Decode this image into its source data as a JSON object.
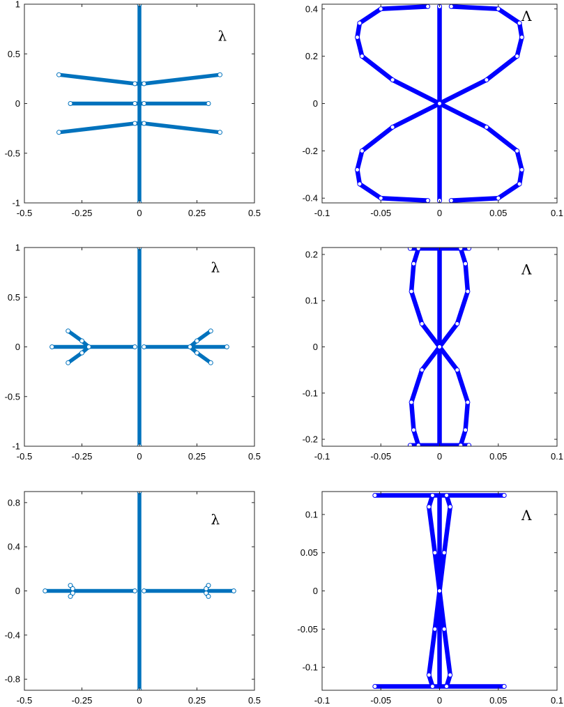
{
  "colors": {
    "lambda_series": "#0072BD",
    "Lambda_series": "#0000FF",
    "axes": "#262626",
    "background": "#FFFFFF"
  },
  "chart_data": [
    {
      "type": "scatter",
      "id": "row1-left",
      "annotation": "λ",
      "title": "",
      "xlabel": "",
      "ylabel": "",
      "xlim": [
        -0.5,
        0.5
      ],
      "ylim": [
        -1,
        1
      ],
      "xticks": [
        -0.5,
        -0.25,
        0,
        0.25,
        0.5
      ],
      "xtick_labels": [
        "-0.5",
        "-0.25",
        "0",
        "0.25",
        "0.5"
      ],
      "yticks": [
        -1,
        -0.5,
        0,
        0.5,
        1
      ],
      "ytick_labels": [
        "-1",
        "-0.5",
        "0",
        "0.5",
        "1"
      ],
      "series": [
        {
          "values": [
            [
              0,
              -1
            ],
            [
              0,
              1
            ]
          ]
        },
        {
          "values": [
            [
              -0.35,
              0.29
            ],
            [
              -0.02,
              0.2
            ],
            [
              0.02,
              0.2
            ],
            [
              0.35,
              0.29
            ]
          ]
        },
        {
          "values": [
            [
              -0.3,
              0
            ],
            [
              -0.02,
              0
            ],
            [
              0.02,
              0
            ],
            [
              0.3,
              0
            ]
          ]
        },
        {
          "values": [
            [
              -0.35,
              -0.29
            ],
            [
              -0.02,
              -0.2
            ],
            [
              0.02,
              -0.2
            ],
            [
              0.35,
              -0.29
            ]
          ]
        }
      ]
    },
    {
      "type": "scatter",
      "id": "row1-right",
      "annotation": "Λ",
      "title": "",
      "xlabel": "",
      "ylabel": "",
      "xlim": [
        -0.1,
        0.1
      ],
      "ylim": [
        -0.42,
        0.42
      ],
      "xticks": [
        -0.1,
        -0.05,
        0,
        0.05,
        0.1
      ],
      "xtick_labels": [
        "-0.1",
        "-0.05",
        "0",
        "0.05",
        "0.1"
      ],
      "yticks": [
        -0.4,
        -0.2,
        0,
        0.2,
        0.4
      ],
      "ytick_labels": [
        "-0.4",
        "-0.2",
        "0",
        "0.2",
        "0.4"
      ],
      "series": [
        {
          "values": [
            [
              0,
              -0.41
            ],
            [
              0,
              0.41
            ]
          ]
        },
        {
          "values": [
            [
              0,
              0
            ],
            [
              0.04,
              0.1
            ],
            [
              0.066,
              0.2
            ],
            [
              0.07,
              0.28
            ],
            [
              0.068,
              0.34
            ],
            [
              0.05,
              0.4
            ],
            [
              0.01,
              0.41
            ]
          ]
        },
        {
          "values": [
            [
              0,
              0
            ],
            [
              -0.04,
              0.1
            ],
            [
              -0.066,
              0.2
            ],
            [
              -0.07,
              0.28
            ],
            [
              -0.068,
              0.34
            ],
            [
              -0.05,
              0.4
            ],
            [
              -0.01,
              0.41
            ]
          ]
        },
        {
          "values": [
            [
              0,
              0
            ],
            [
              0.04,
              -0.1
            ],
            [
              0.066,
              -0.2
            ],
            [
              0.07,
              -0.28
            ],
            [
              0.068,
              -0.34
            ],
            [
              0.05,
              -0.4
            ],
            [
              0.01,
              -0.41
            ]
          ]
        },
        {
          "values": [
            [
              0,
              0
            ],
            [
              -0.04,
              -0.1
            ],
            [
              -0.066,
              -0.2
            ],
            [
              -0.07,
              -0.28
            ],
            [
              -0.068,
              -0.34
            ],
            [
              -0.05,
              -0.4
            ],
            [
              -0.01,
              -0.41
            ]
          ]
        }
      ]
    },
    {
      "type": "scatter",
      "id": "row2-left",
      "annotation": "λ",
      "title": "",
      "xlabel": "",
      "ylabel": "",
      "xlim": [
        -0.5,
        0.5
      ],
      "ylim": [
        -1,
        1
      ],
      "xticks": [
        -0.5,
        -0.25,
        0,
        0.25,
        0.5
      ],
      "xtick_labels": [
        "-0.5",
        "-0.25",
        "0",
        "0.25",
        "0.5"
      ],
      "yticks": [
        -1,
        -0.5,
        0,
        0.5,
        1
      ],
      "ytick_labels": [
        "-1",
        "-0.5",
        "0",
        "0.5",
        "1"
      ],
      "series": [
        {
          "values": [
            [
              0,
              -1
            ],
            [
              0,
              1
            ]
          ]
        },
        {
          "values": [
            [
              -0.38,
              0
            ],
            [
              -0.02,
              0
            ]
          ]
        },
        {
          "values": [
            [
              0.02,
              0
            ],
            [
              0.38,
              0
            ]
          ]
        },
        {
          "values": [
            [
              -0.31,
              0.16
            ],
            [
              -0.25,
              0.06
            ],
            [
              -0.22,
              0
            ],
            [
              -0.25,
              -0.06
            ],
            [
              -0.31,
              -0.16
            ]
          ]
        },
        {
          "values": [
            [
              0.31,
              0.16
            ],
            [
              0.25,
              0.06
            ],
            [
              0.22,
              0
            ],
            [
              0.25,
              -0.06
            ],
            [
              0.31,
              -0.16
            ]
          ]
        }
      ]
    },
    {
      "type": "scatter",
      "id": "row2-right",
      "annotation": "Λ",
      "title": "",
      "xlabel": "",
      "ylabel": "",
      "xlim": [
        -0.1,
        0.1
      ],
      "ylim": [
        -0.215,
        0.215
      ],
      "xticks": [
        -0.1,
        -0.05,
        0,
        0.05,
        0.1
      ],
      "xtick_labels": [
        "-0.1",
        "-0.05",
        "0",
        "0.05",
        "0.1"
      ],
      "yticks": [
        -0.2,
        -0.1,
        0,
        0.1,
        0.2
      ],
      "ytick_labels": [
        "-0.2",
        "-0.1",
        "0",
        "0.1",
        "0.2"
      ],
      "series": [
        {
          "values": [
            [
              0,
              -0.213
            ],
            [
              0,
              0.213
            ]
          ]
        },
        {
          "values": [
            [
              -0.025,
              0.213
            ],
            [
              0.025,
              0.213
            ]
          ]
        },
        {
          "values": [
            [
              -0.025,
              -0.213
            ],
            [
              0.025,
              -0.213
            ]
          ]
        },
        {
          "values": [
            [
              0,
              0
            ],
            [
              0.015,
              0.05
            ],
            [
              0.024,
              0.12
            ],
            [
              0.022,
              0.18
            ],
            [
              0.018,
              0.213
            ]
          ]
        },
        {
          "values": [
            [
              0,
              0
            ],
            [
              -0.015,
              0.05
            ],
            [
              -0.024,
              0.12
            ],
            [
              -0.022,
              0.18
            ],
            [
              -0.018,
              0.213
            ]
          ]
        },
        {
          "values": [
            [
              0,
              0
            ],
            [
              0.015,
              -0.05
            ],
            [
              0.024,
              -0.12
            ],
            [
              0.022,
              -0.18
            ],
            [
              0.018,
              -0.213
            ]
          ]
        },
        {
          "values": [
            [
              0,
              0
            ],
            [
              -0.015,
              -0.05
            ],
            [
              -0.024,
              -0.12
            ],
            [
              -0.022,
              -0.18
            ],
            [
              -0.018,
              -0.213
            ]
          ]
        }
      ]
    },
    {
      "type": "scatter",
      "id": "row3-left",
      "annotation": "λ",
      "title": "",
      "xlabel": "",
      "ylabel": "",
      "xlim": [
        -0.5,
        0.5
      ],
      "ylim": [
        -0.9,
        0.9
      ],
      "xticks": [
        -0.5,
        -0.25,
        0,
        0.25,
        0.5
      ],
      "xtick_labels": [
        "-0.5",
        "-0.25",
        "0",
        "0.25",
        "0.5"
      ],
      "yticks": [
        -0.8,
        -0.4,
        0,
        0.4,
        0.8
      ],
      "ytick_labels": [
        "-0.8",
        "-0.4",
        "0",
        "0.4",
        "0.8"
      ],
      "series": [
        {
          "values": [
            [
              0,
              -0.9
            ],
            [
              0,
              0.9
            ]
          ]
        },
        {
          "values": [
            [
              -0.41,
              0
            ],
            [
              -0.02,
              0
            ]
          ]
        },
        {
          "values": [
            [
              0.02,
              0
            ],
            [
              0.41,
              0
            ]
          ]
        },
        {
          "values": [
            [
              -0.3,
              0.05
            ],
            [
              -0.29,
              0.02
            ],
            [
              -0.29,
              -0.02
            ],
            [
              -0.3,
              -0.05
            ]
          ]
        },
        {
          "values": [
            [
              0.3,
              0.05
            ],
            [
              0.29,
              0.02
            ],
            [
              0.29,
              -0.02
            ],
            [
              0.3,
              -0.05
            ]
          ]
        }
      ]
    },
    {
      "type": "scatter",
      "id": "row3-right",
      "annotation": "Λ",
      "title": "",
      "xlabel": "",
      "ylabel": "",
      "xlim": [
        -0.1,
        0.1
      ],
      "ylim": [
        -0.13,
        0.13
      ],
      "xticks": [
        -0.1,
        -0.05,
        0,
        0.05,
        0.1
      ],
      "xtick_labels": [
        "-0.1",
        "-0.05",
        "0",
        "0.05",
        "0.1"
      ],
      "yticks": [
        -0.1,
        -0.05,
        0,
        0.05,
        0.1
      ],
      "ytick_labels": [
        "-0.1",
        "-0.05",
        "0",
        "0.05",
        "0.1"
      ],
      "series": [
        {
          "values": [
            [
              0,
              -0.125
            ],
            [
              0,
              0.125
            ]
          ]
        },
        {
          "values": [
            [
              -0.055,
              0.125
            ],
            [
              0.055,
              0.125
            ]
          ]
        },
        {
          "values": [
            [
              -0.055,
              -0.125
            ],
            [
              0.055,
              -0.125
            ]
          ]
        },
        {
          "values": [
            [
              0,
              0
            ],
            [
              0.004,
              0.05
            ],
            [
              0.009,
              0.11
            ],
            [
              0.006,
              0.125
            ]
          ]
        },
        {
          "values": [
            [
              0,
              0
            ],
            [
              -0.004,
              0.05
            ],
            [
              -0.009,
              0.11
            ],
            [
              -0.006,
              0.125
            ]
          ]
        },
        {
          "values": [
            [
              0,
              0
            ],
            [
              0.004,
              -0.05
            ],
            [
              0.009,
              -0.11
            ],
            [
              0.006,
              -0.125
            ]
          ]
        },
        {
          "values": [
            [
              0,
              0
            ],
            [
              -0.004,
              -0.05
            ],
            [
              -0.009,
              -0.11
            ],
            [
              -0.006,
              -0.125
            ]
          ]
        }
      ]
    }
  ]
}
